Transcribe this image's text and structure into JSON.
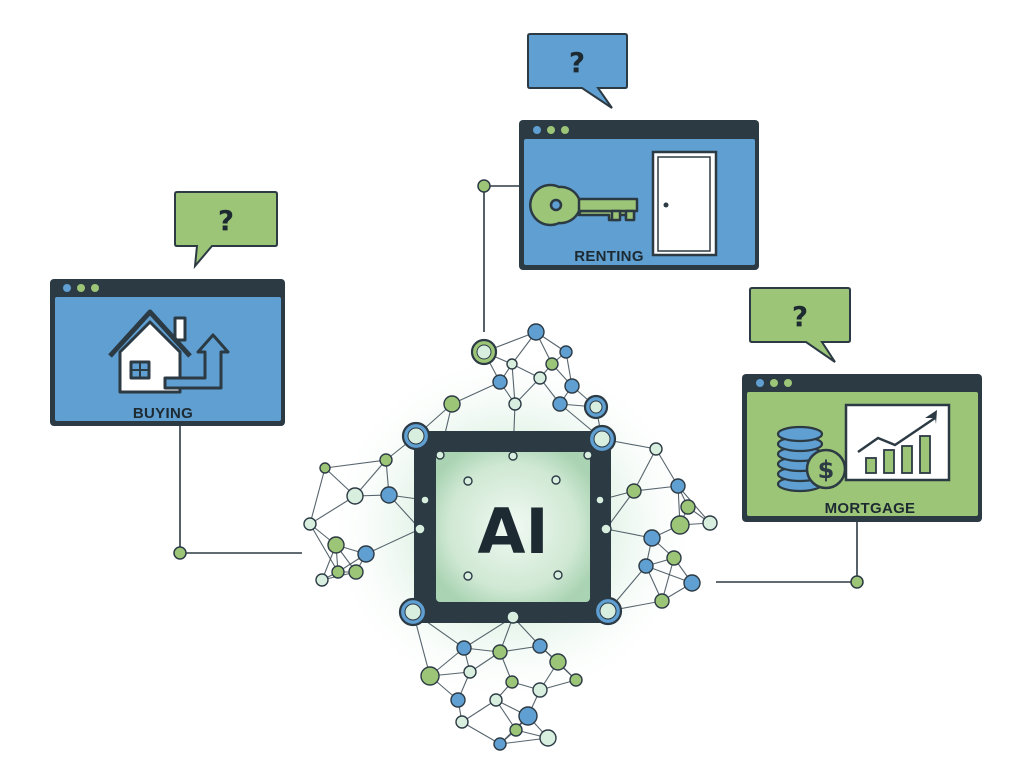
{
  "center": {
    "label": "AI"
  },
  "panels": {
    "buying": {
      "label": "BUYING",
      "bubble": "?",
      "icon": "house-icon"
    },
    "renting": {
      "label": "RENTING",
      "bubble": "?",
      "icon": "key-icon"
    },
    "mortgage": {
      "label": "MORTGAGE",
      "bubble": "?",
      "icon": "coins-dollar-icon"
    }
  },
  "colors": {
    "blue": "#5f9fd1",
    "green": "#9cc578",
    "dark": "#2c3a44",
    "glow": "#cfe8d8"
  }
}
